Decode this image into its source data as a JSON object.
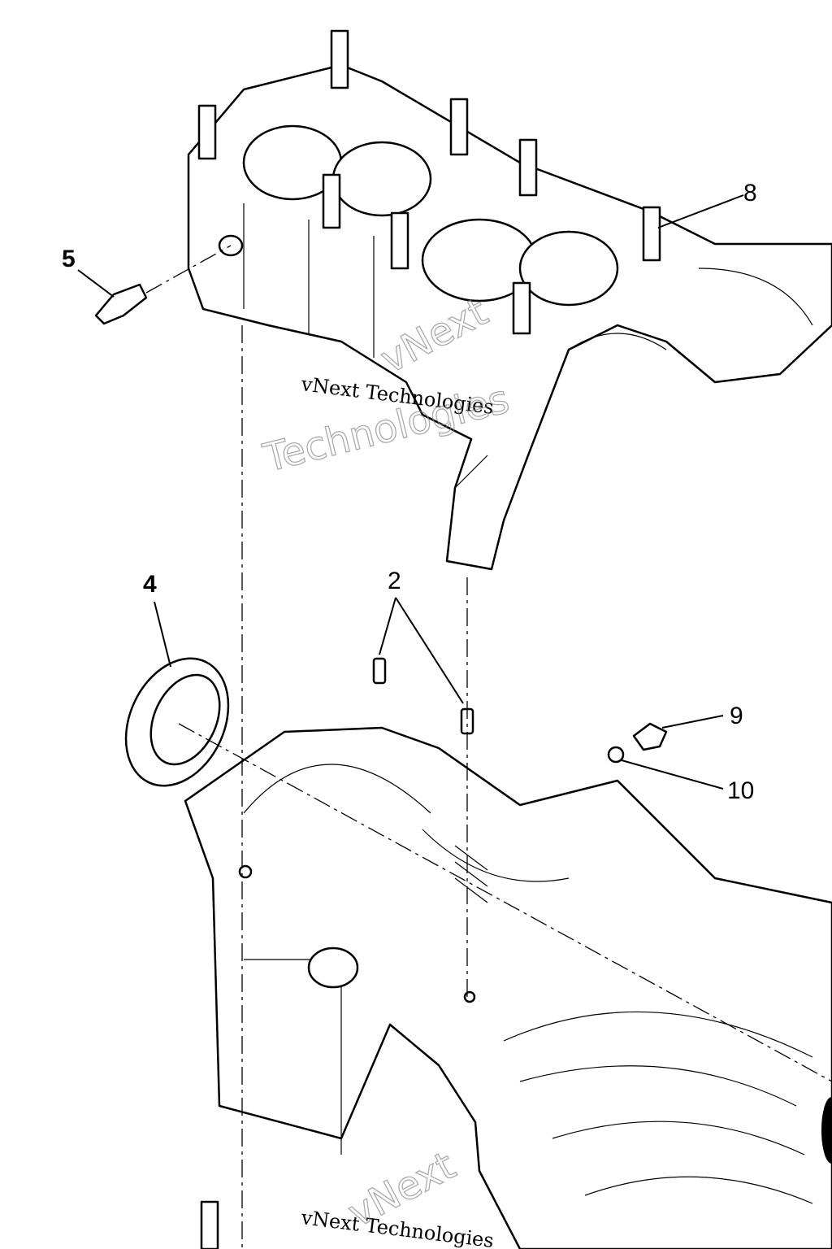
{
  "diagram": {
    "callouts": [
      {
        "id": "callout-2",
        "label": "2"
      },
      {
        "id": "callout-4",
        "label": "4"
      },
      {
        "id": "callout-5",
        "label": "5"
      },
      {
        "id": "callout-8",
        "label": "8"
      },
      {
        "id": "callout-9",
        "label": "9"
      },
      {
        "id": "callout-10",
        "label": "10"
      }
    ],
    "watermarks": {
      "small": "vNext Technologies",
      "big_line1": "vNext",
      "big_line2": "Technologies"
    }
  }
}
